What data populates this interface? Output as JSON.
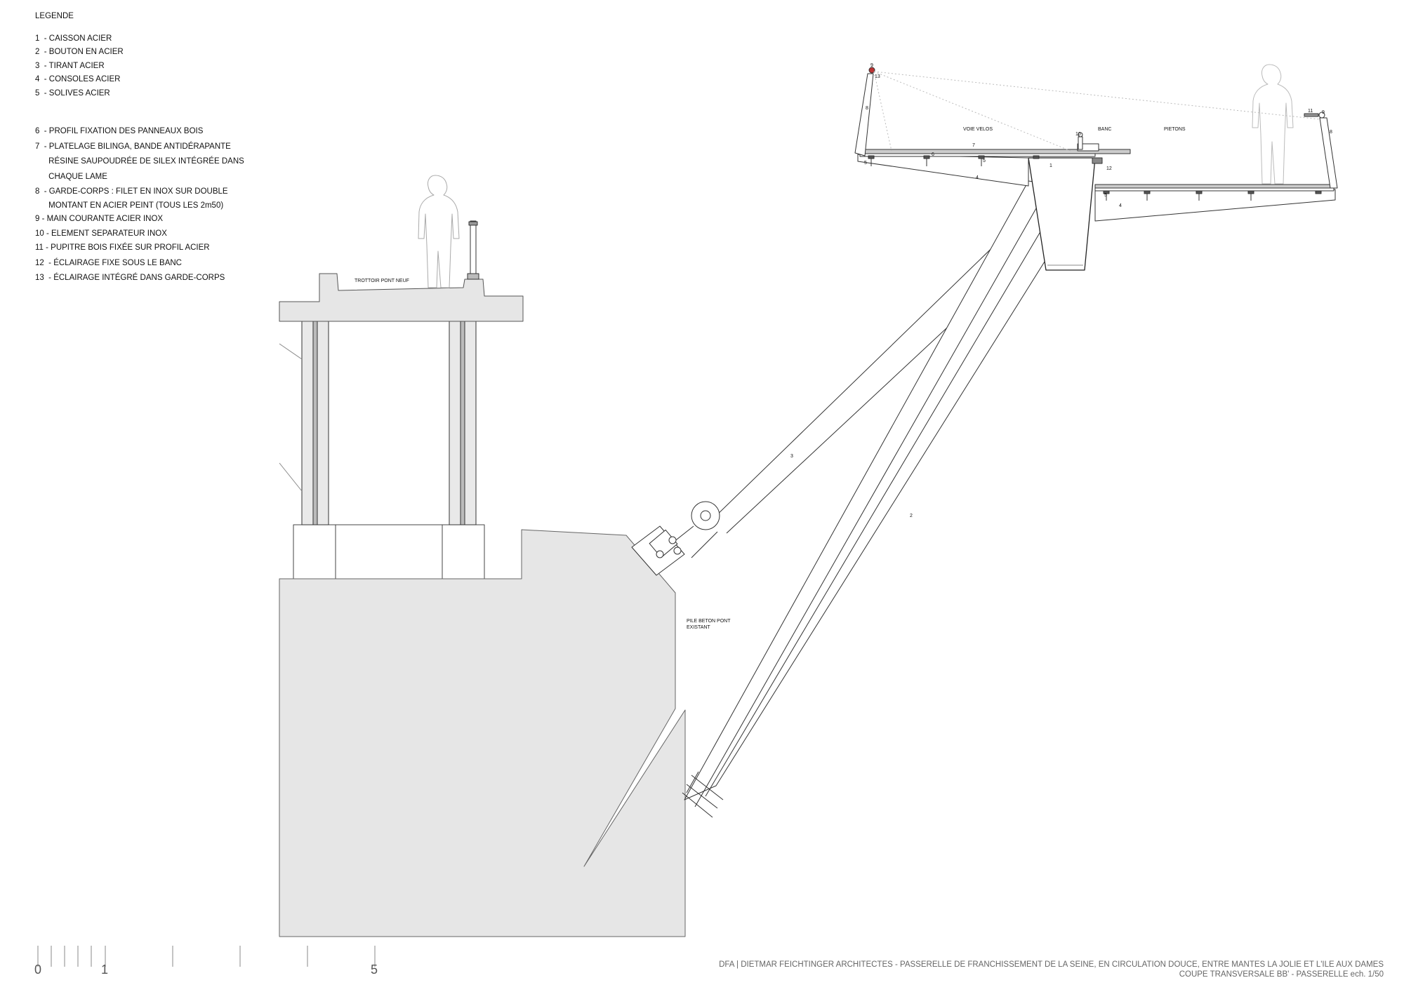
{
  "legend": {
    "title": "LEGENDE",
    "items": [
      "1  - CAISSON ACIER",
      "2  - BOUTON EN ACIER",
      "3  - TIRANT ACIER",
      "4  - CONSOLES ACIER",
      "5  - SOLIVES ACIER",
      "6  - PROFIL FIXATION DES PANNEAUX BOIS",
      "7  - PLATELAGE BILINGA, BANDE ANTIDÉRAPANTE",
      "      RÉSINE SAUPOUDRÉE DE SILEX INTÉGRÉE DANS",
      "      CHAQUE LAME",
      "8  - GARDE-CORPS : FILET EN INOX SUR DOUBLE",
      "      MONTANT EN ACIER PEINT (TOUS LES 2m50)",
      "9 - MAIN COURANTE ACIER INOX",
      "10 - ELEMENT SEPARATEUR INOX",
      "11 - PUPITRE BOIS FIXÉE SUR PROFIL ACIER",
      "12  - ÉCLAIRAGE FIXE SOUS LE BANC",
      "13  - ÉCLAIRAGE INTÉGRÉ DANS GARDE-CORPS"
    ]
  },
  "labels": {
    "trottoir": "TROTTOIR PONT NEUF",
    "pile_line1": "PILE BETON PONT",
    "pile_line2": "EXISTANT",
    "voie_velos": "VOIE VELOS",
    "banc": "BANC",
    "pietons": "PIETONS"
  },
  "callouts": {
    "n1": "1",
    "n2": "2",
    "n3": "3",
    "n4a": "4",
    "n4b": "4",
    "n5a": "5",
    "n5b": "5",
    "n5c": "5",
    "n6": "6",
    "n7": "7",
    "n8": "8",
    "n9a": "9",
    "n9b": "9",
    "n10": "10",
    "n11": "11",
    "n12": "12",
    "n13": "13",
    "n8b": "8"
  },
  "scale_bar": {
    "label_0": "0",
    "label_1": "1",
    "label_5": "5"
  },
  "title_block": {
    "line1": "DFA | DIETMAR FEICHTINGER ARCHITECTES - PASSERELLE DE FRANCHISSEMENT DE LA SEINE, EN CIRCULATION DOUCE, ENTRE MANTES LA JOLIE ET L'ILE AUX DAMES",
    "line2": "COUPE TRANSVERSALE BB' - PASSERELLE ech. 1/50"
  },
  "colors": {
    "concrete": "#e6e6e6",
    "line": "#222222",
    "light_line": "#9a9a9a",
    "deck": "#cccccc"
  }
}
